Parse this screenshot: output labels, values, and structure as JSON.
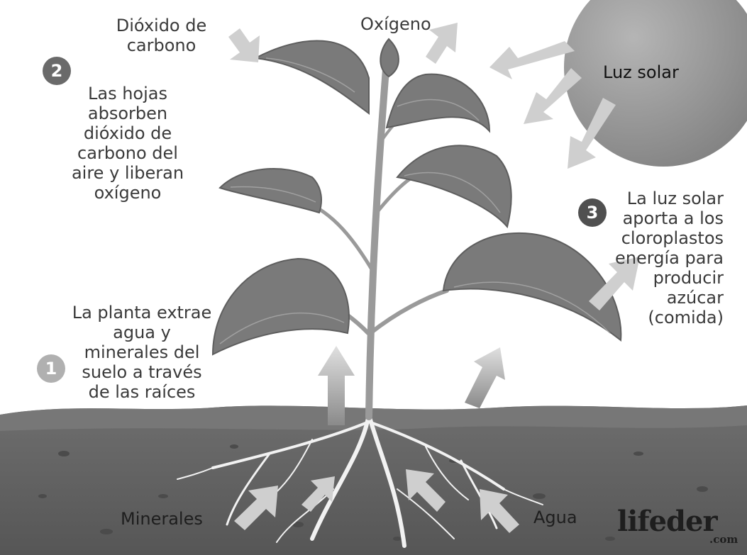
{
  "labels": {
    "co2": "Dióxido de carbono",
    "oxygen": "Oxígeno",
    "sunlight": "Luz solar",
    "minerals": "Minerales",
    "water": "Agua"
  },
  "steps": [
    {
      "number": "1",
      "text": "La planta extrae agua y minerales del suelo a través de las raíces"
    },
    {
      "number": "2",
      "text": "Las hojas absorben dióxido de carbono del aire y liberan oxígeno"
    },
    {
      "number": "3",
      "text": "La luz solar aporta a los cloroplastos energía para producir azúcar (comida)"
    }
  ],
  "logo": {
    "name": "lifeder",
    "suffix": ".com"
  },
  "colors": {
    "soil": "#5f5f5f",
    "soil_surface": "#707070",
    "sun": "#8a8a8a",
    "leaf": "#7a7a7a",
    "stem": "#9a9a9a",
    "roots": "#f2f2f2",
    "arrow": "#cfcfcf",
    "badge_1": "#b0b0b0",
    "badge_2": "#6a6a6a",
    "badge_3": "#505050"
  }
}
